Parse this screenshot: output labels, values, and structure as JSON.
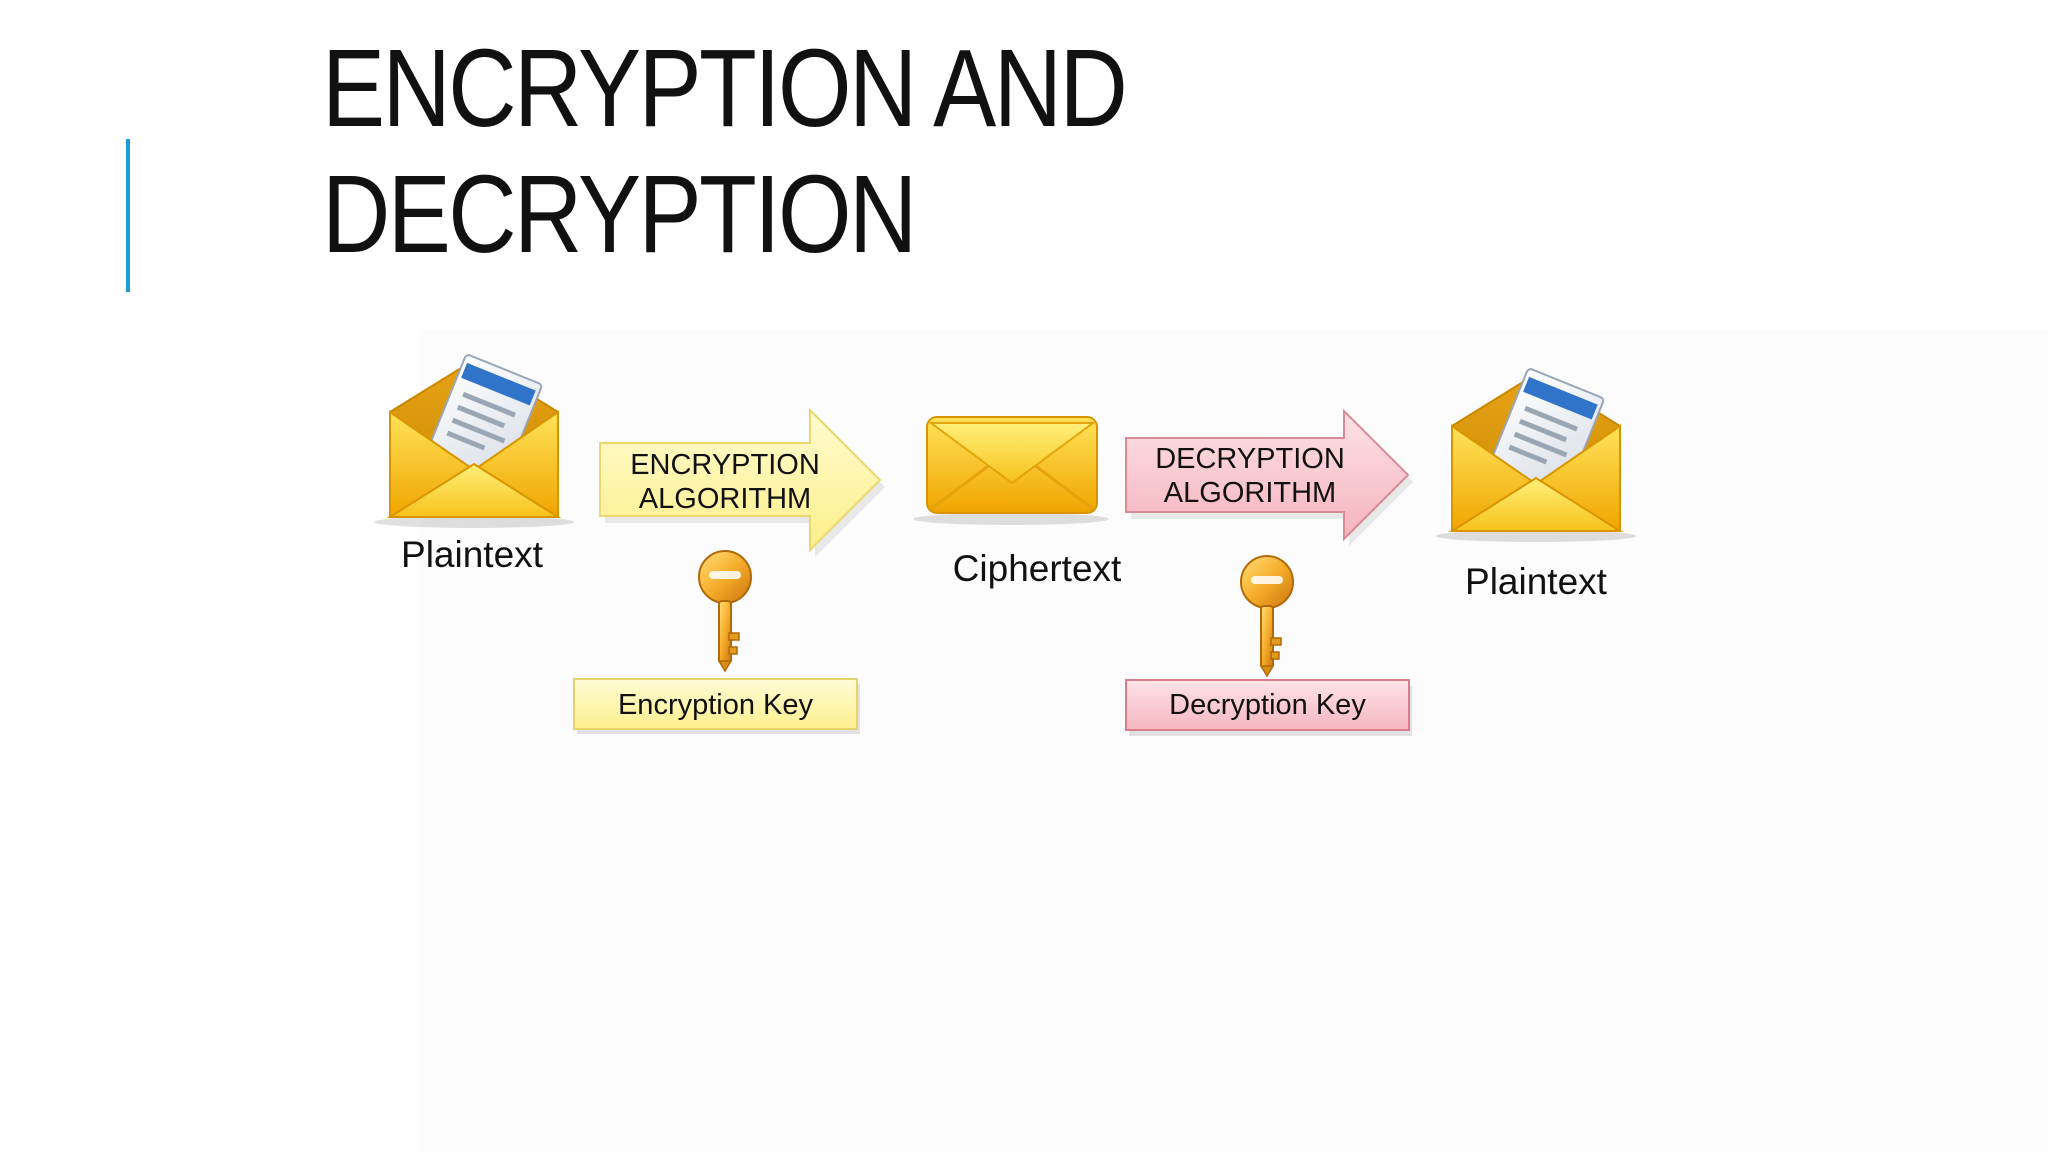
{
  "slide": {
    "title_line1": "ENCRYPTION AND",
    "title_line2": "DECRYPTION",
    "accent_color": "#1f9bd7"
  },
  "diagram": {
    "plaintext_in": {
      "label": "Plaintext",
      "icon": "open-envelope-with-letter-icon"
    },
    "encryption_arrow": {
      "label": "ENCRYPTION ALGORITHM",
      "color": "#fef6a6"
    },
    "encryption_key": {
      "label": "Encryption Key",
      "icon": "gold-key-icon",
      "color": "#fdf3a2"
    },
    "ciphertext": {
      "label": "Ciphertext",
      "icon": "sealed-envelope-icon"
    },
    "decryption_arrow": {
      "label": "DECRYPTION ALGORITHM",
      "color": "#f7c3cb"
    },
    "decryption_key": {
      "label": "Decryption Key",
      "icon": "gold-key-icon",
      "color": "#f8ccd2"
    },
    "plaintext_out": {
      "label": "Plaintext",
      "icon": "open-envelope-with-letter-icon"
    }
  }
}
